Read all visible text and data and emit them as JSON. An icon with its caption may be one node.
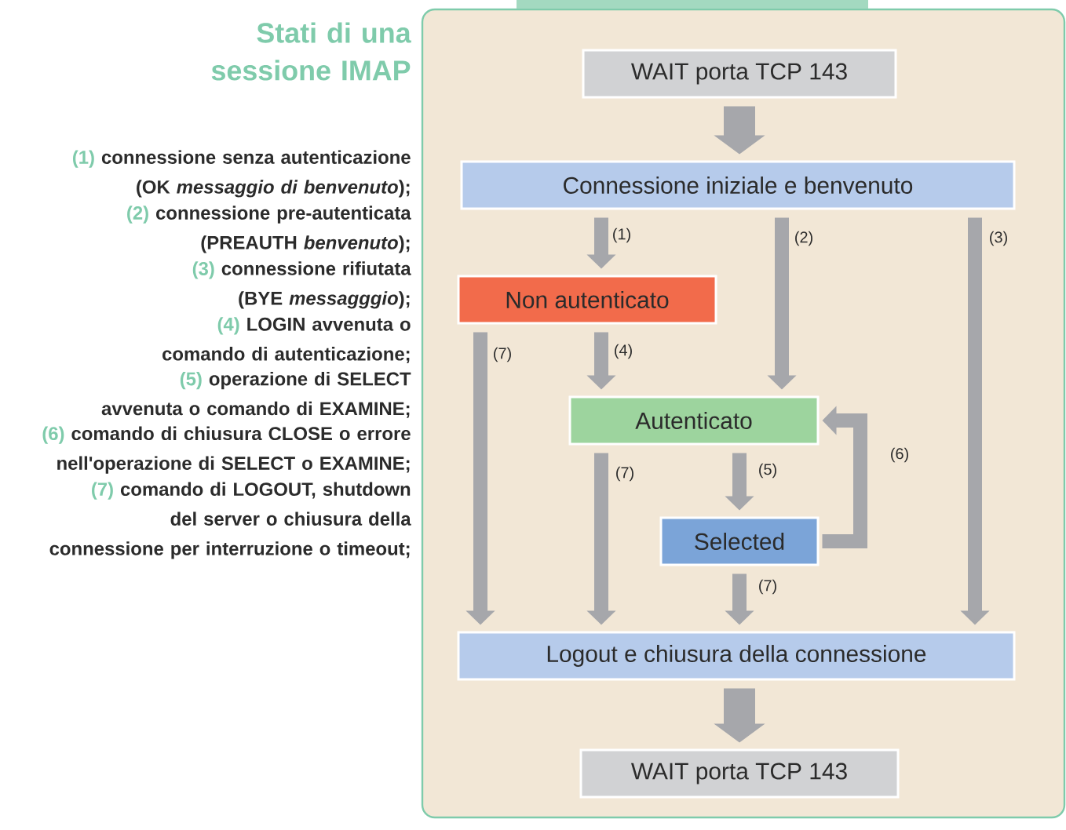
{
  "diagram": {
    "title": "Stati di una sessione IMAP",
    "nodes": [
      {
        "text": [
          "WAIT porta TCP 143"
        ]
      },
      {
        "text": [
          "Connessione iniziale e benvenuto"
        ]
      },
      {
        "text": [
          "Non autenticato"
        ]
      },
      {
        "text": [
          "Autenticato"
        ]
      },
      {
        "text": [
          "Selected"
        ]
      },
      {
        "text": [
          "Logout e chiusura della connessione"
        ]
      },
      {
        "text": [
          "WAIT porta TCP 143"
        ]
      }
    ],
    "edges": [
      {
        "from": 0,
        "to": 1,
        "arrow": "to",
        "style": "thick"
      },
      {
        "from": 1,
        "to": 2,
        "arrow": "to",
        "label": "(1)"
      },
      {
        "from": 1,
        "to": 3,
        "arrow": "to",
        "label": "(2)"
      },
      {
        "from": 1,
        "to": 5,
        "arrow": "to",
        "label": "(3)"
      },
      {
        "from": 2,
        "to": 5,
        "arrow": "to",
        "label": "(7)"
      },
      {
        "from": 2,
        "to": 3,
        "arrow": "to",
        "label": "(4)"
      },
      {
        "from": 3,
        "to": 5,
        "arrow": "to",
        "label": "(7)"
      },
      {
        "from": 3,
        "to": 4,
        "arrow": "to",
        "label": "(5)"
      },
      {
        "from": 4,
        "to": 3,
        "arrow": "to",
        "label": "(6)"
      },
      {
        "from": 4,
        "to": 5,
        "arrow": "to",
        "label": "(7)"
      },
      {
        "from": 5,
        "to": 6,
        "arrow": "to",
        "style": "thick"
      }
    ],
    "labels": [
      "(1)",
      "connessione senza autenticazione (OK *messaggio di benvenuto*);",
      "(2)",
      "connessione pre-autenticata (PREAUTH *benvenuto*);",
      "(3)",
      "connessione rifiutata (BYE *messagggio*);",
      "(4)",
      "LOGIN avvenuta o comando di autenticazione;",
      "(5)",
      "operazione di SELECT avvenuta o comando di EXAMINE;",
      "(6)",
      "comando di chiusura CLOSE o errore nell'operazione di SELECT o EXAMINE;",
      "(7)",
      "comando di LOGOUT, shutdown del server o chiusura della connessione per interruzione o timeout;"
    ]
  }
}
